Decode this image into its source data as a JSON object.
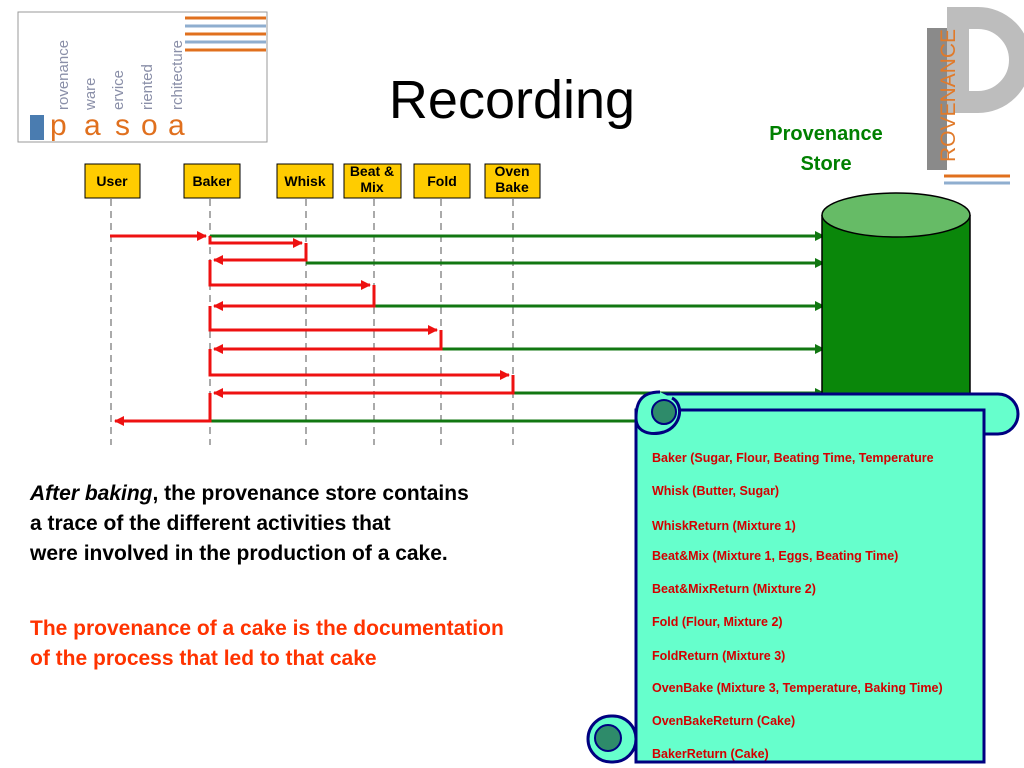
{
  "title": "Recording",
  "logo": {
    "words": [
      "rovenance",
      "ware",
      "ervice",
      "riented",
      "rchitecture"
    ],
    "letters": [
      "p",
      "a",
      "s",
      "o",
      "a"
    ]
  },
  "corner_logo": {
    "word": "ROVENANCE"
  },
  "store": {
    "label_line1": "Provenance",
    "label_line2": "Store"
  },
  "actors": [
    {
      "label": "User"
    },
    {
      "label": "Baker"
    },
    {
      "label": "Whisk"
    },
    {
      "label": "Beat &\nMix"
    },
    {
      "label": "Fold"
    },
    {
      "label": "Oven\nBake"
    }
  ],
  "scroll_entries": [
    "Baker (Sugar, Flour,  Beating Time, Temperature",
    "Whisk (Butter, Sugar)",
    "WhiskReturn (Mixture 1)",
    "Beat&Mix (Mixture 1, Eggs, Beating Time)",
    "Beat&MixReturn (Mixture 2)",
    "Fold (Flour, Mixture 2)",
    "FoldReturn (Mixture 3)",
    "OvenBake (Mixture 3, Temperature, Baking Time)",
    "OvenBakeReturn (Cake)",
    "BakerReturn (Cake)"
  ],
  "body_text": {
    "lead_italic": "After baking",
    "line1_rest": ", the provenance store contains",
    "line2": "a trace of the different activities that",
    "line3": "were involved in the production of a cake."
  },
  "definition_text": {
    "line1": "The provenance of a cake is the documentation",
    "line2": "of the process that led to that cake"
  },
  "colors": {
    "call_arrow": "#ee1111",
    "record_arrow": "#117711",
    "store_fill": "#0a870a",
    "store_top": "#66bb66",
    "scroll_fill": "#66ffcc",
    "scroll_outline": "#000080",
    "actor_fill": "#ffcc00"
  }
}
